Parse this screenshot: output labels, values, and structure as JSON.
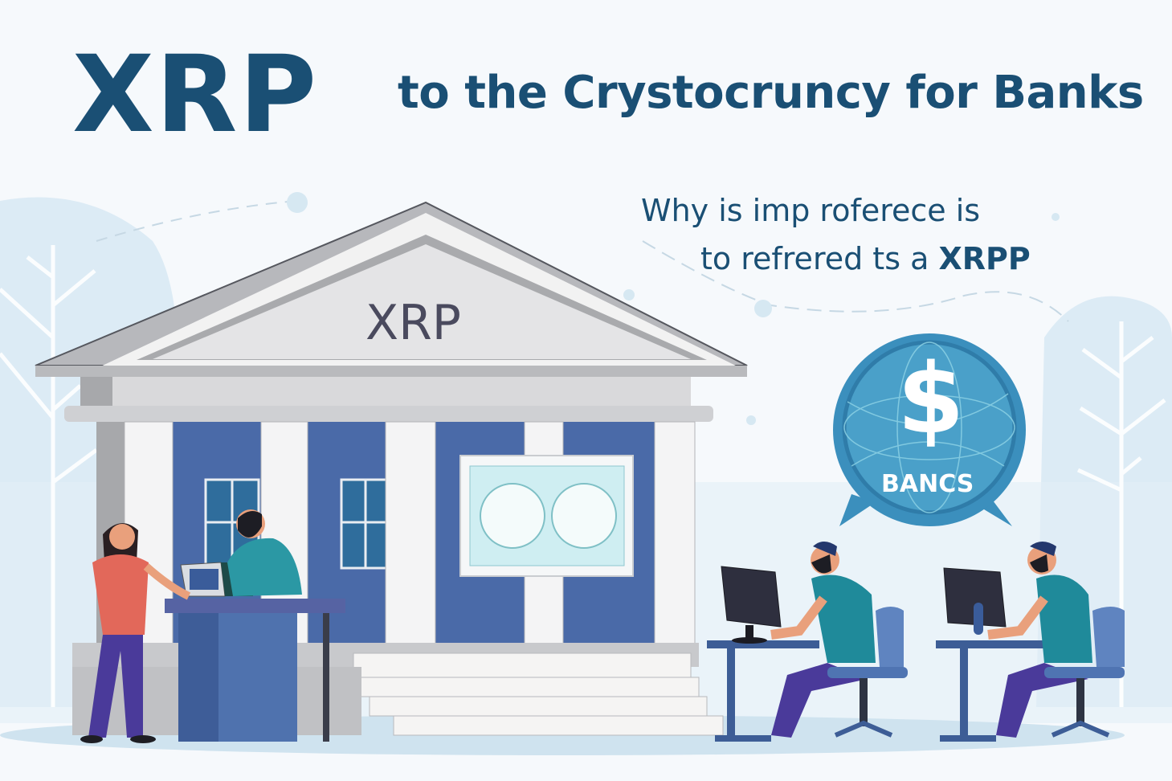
{
  "header": {
    "title_main": "XRP",
    "title_sub": "to the Crystocruncy for Banks"
  },
  "question": {
    "line1": "Why is imp roferece is",
    "line2_prefix": "to refrered ts a ",
    "line2_bold": "XRPP"
  },
  "bank": {
    "pediment_label": "XRP"
  },
  "badge": {
    "symbol": "$",
    "label": "BANCS"
  },
  "colors": {
    "title": "#1a4f74",
    "bank_blue": "#4a6aa8",
    "badge_blue": "#3b8fbd",
    "teal_shirt": "#1f8a9a",
    "pants": "#4a3a9a",
    "background_tint": "#dcebf5"
  }
}
